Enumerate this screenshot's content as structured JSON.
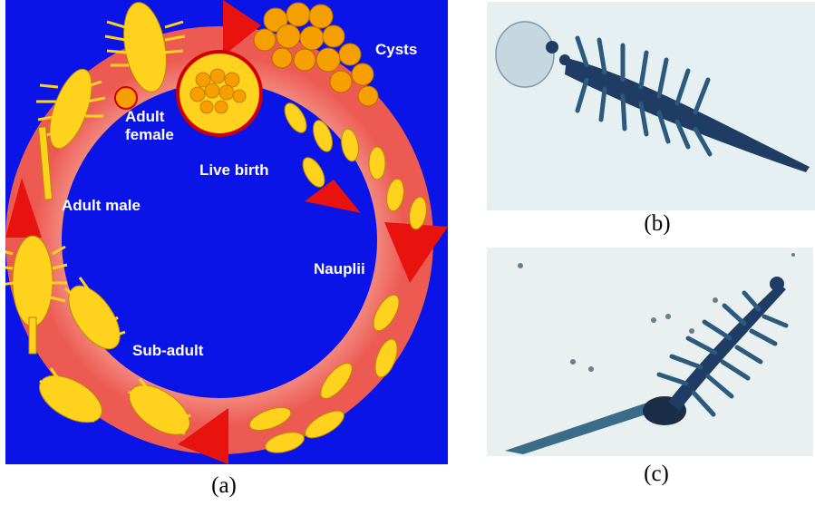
{
  "diagram": {
    "labels": {
      "cysts": "Cysts",
      "adult_female": "Adult\nfemale",
      "live_birth": "Live birth",
      "adult_male": "Adult male",
      "nauplii": "Nauplii",
      "sub_adult": "Sub-adult"
    },
    "colors": {
      "background": "#0a14e6",
      "ring": "#f08c8c",
      "arrow": "#e8120e",
      "animal": "#ffd21e",
      "cyst": "#f5a000",
      "label": "#ffffff"
    }
  },
  "photos": {
    "b_background": "#e6f0f2",
    "c_background": "#e9f0ef",
    "specimen_color": "#1e3c64"
  },
  "captions": {
    "a": "(a)",
    "b": "(b)",
    "c": "(c)"
  }
}
